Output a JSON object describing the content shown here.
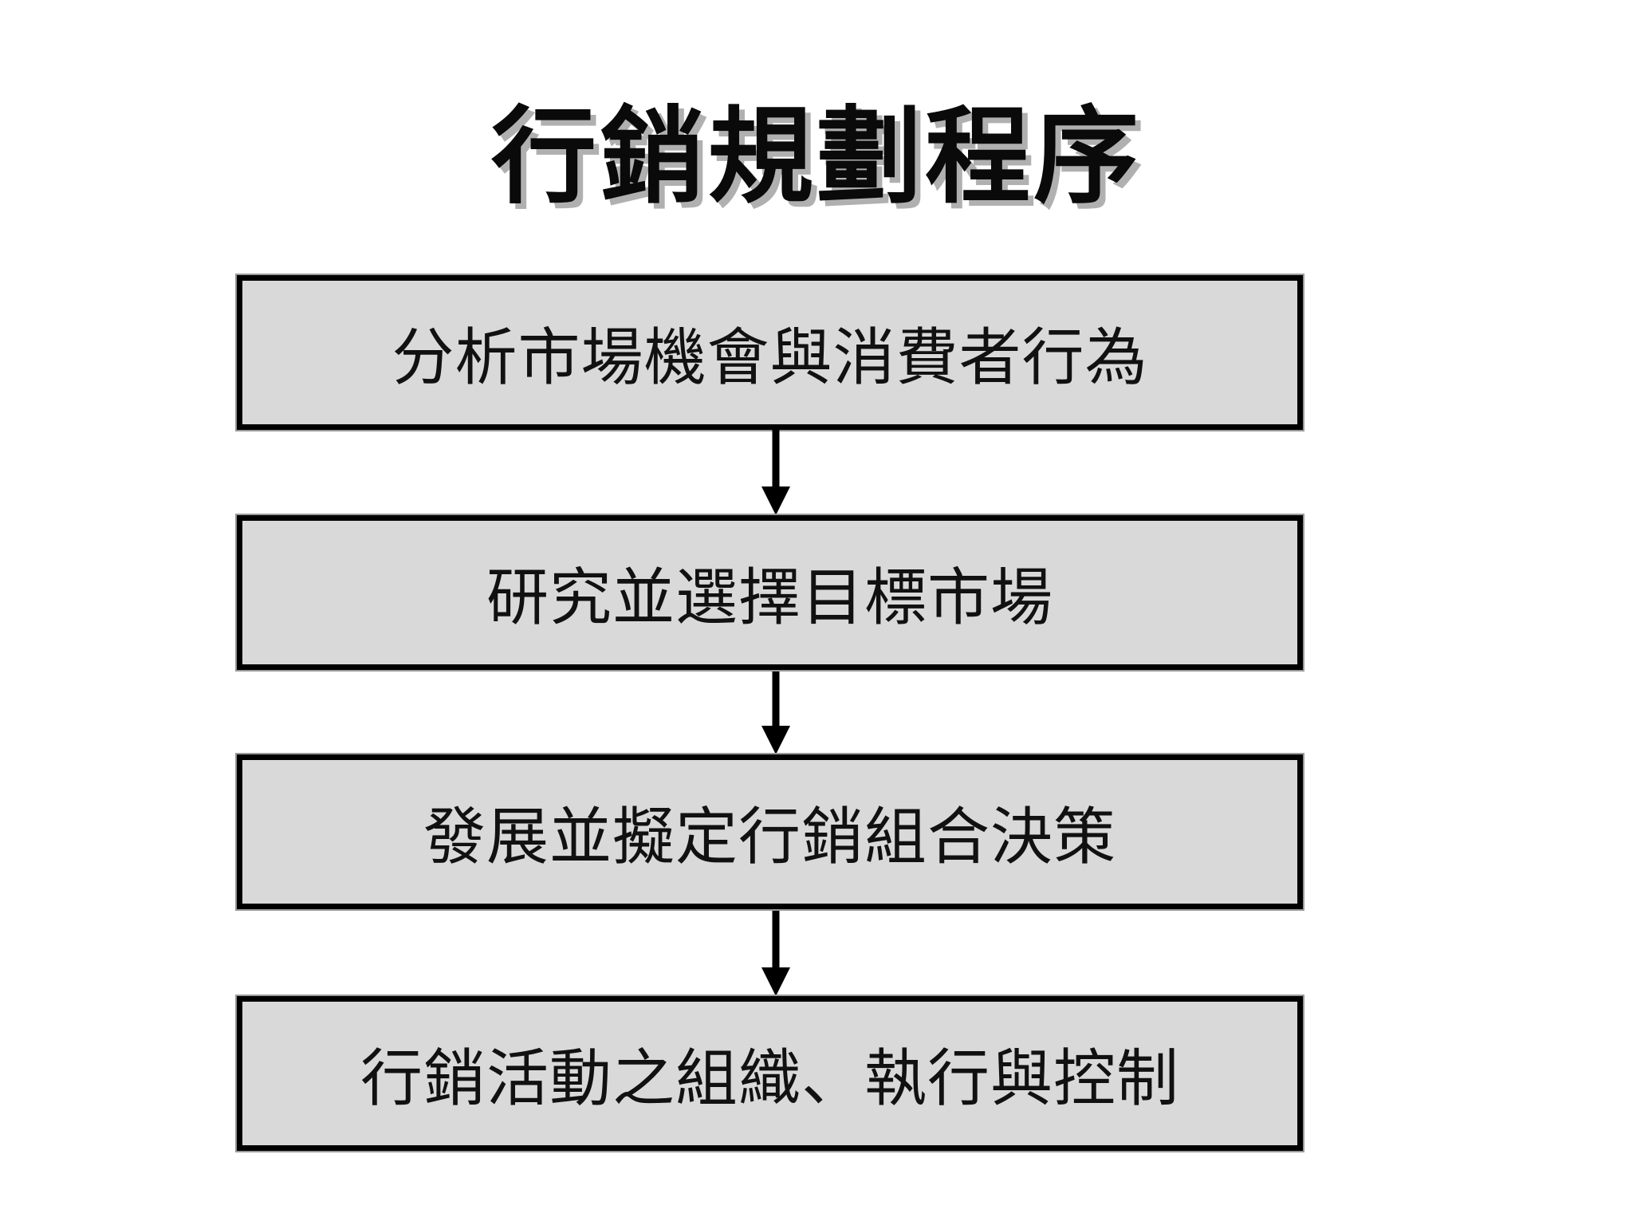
{
  "title": "行銷規劃程序",
  "steps": [
    {
      "label": "分析市場機會與消費者行為"
    },
    {
      "label": "研究並選擇目標市場"
    },
    {
      "label": "發展並擬定行銷組合決策"
    },
    {
      "label": "行銷活動之組織、執行與控制"
    }
  ],
  "colors": {
    "box_fill": "#d9d9d9",
    "box_border": "#000000",
    "arrow": "#000000",
    "text": "#111111"
  }
}
